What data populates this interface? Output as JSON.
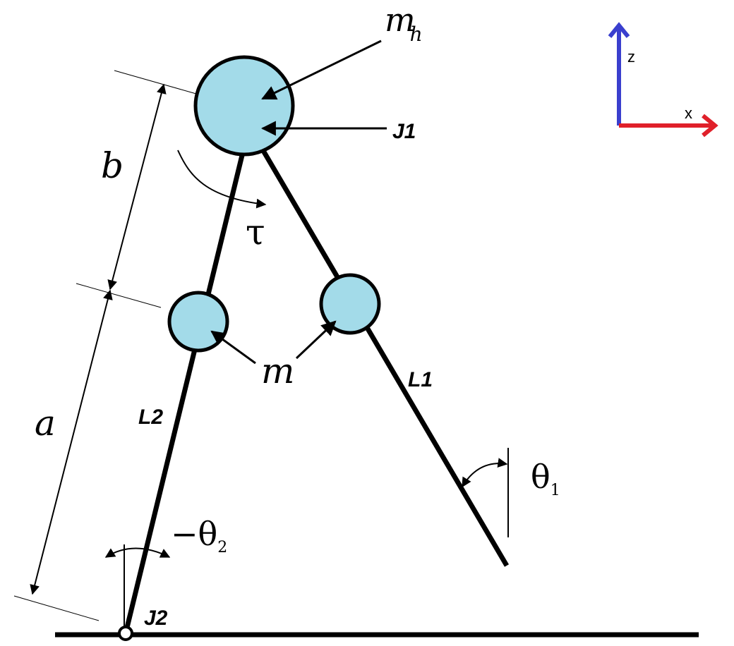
{
  "labels": {
    "hip_mass": "m",
    "hip_mass_sub": "h",
    "joint_top": "J1",
    "joint_bottom": "J2",
    "dim_b": "b",
    "dim_a": "a",
    "torque": "τ",
    "leg_mass": "m",
    "leg1": "L1",
    "leg2": "L2",
    "theta1": "θ",
    "theta1_sub": "1",
    "theta2": "−θ",
    "theta2_sub": "2",
    "axis_z": "z",
    "axis_x": "x"
  },
  "colors": {
    "mass_fill": "#a3dbe9",
    "line": "#000000",
    "axis_z": "#3a3fce",
    "axis_x": "#e0202a"
  }
}
